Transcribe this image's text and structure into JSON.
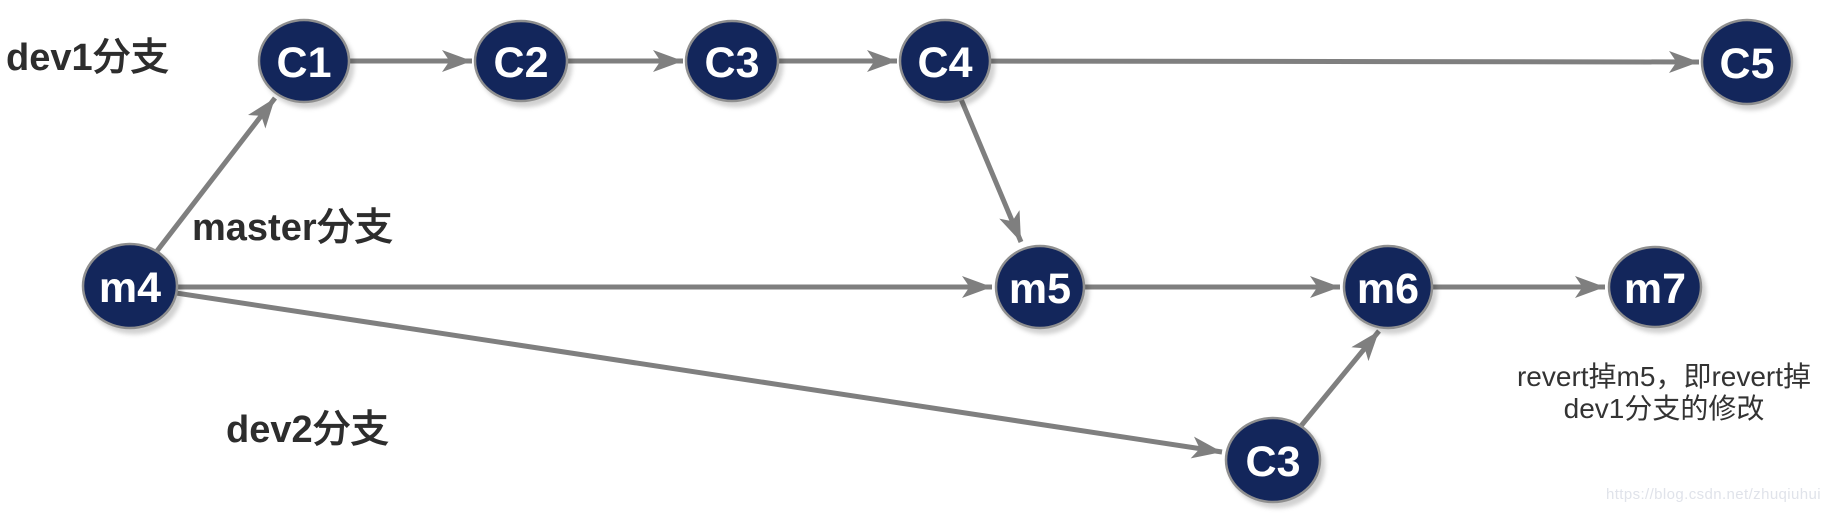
{
  "diagram": {
    "title": "git revert branch diagram",
    "branch_labels": {
      "dev1": "dev1分支",
      "master": "master分支",
      "dev2": "dev2分支"
    },
    "nodes": [
      {
        "id": "C1",
        "label": "C1",
        "branch": "dev1"
      },
      {
        "id": "C2",
        "label": "C2",
        "branch": "dev1"
      },
      {
        "id": "C3",
        "label": "C3",
        "branch": "dev1"
      },
      {
        "id": "C4",
        "label": "C4",
        "branch": "dev1"
      },
      {
        "id": "C5",
        "label": "C5",
        "branch": "dev1"
      },
      {
        "id": "m4",
        "label": "m4",
        "branch": "master"
      },
      {
        "id": "m5",
        "label": "m5",
        "branch": "master"
      },
      {
        "id": "m6",
        "label": "m6",
        "branch": "master"
      },
      {
        "id": "m7",
        "label": "m7",
        "branch": "master"
      },
      {
        "id": "C3-dev2",
        "label": "C3",
        "branch": "dev2"
      }
    ],
    "edges": [
      {
        "from": "m4",
        "to": "C1"
      },
      {
        "from": "C1",
        "to": "C2"
      },
      {
        "from": "C2",
        "to": "C3"
      },
      {
        "from": "C3",
        "to": "C4"
      },
      {
        "from": "C4",
        "to": "C5"
      },
      {
        "from": "C4",
        "to": "m5"
      },
      {
        "from": "m4",
        "to": "m5"
      },
      {
        "from": "m5",
        "to": "m6"
      },
      {
        "from": "m6",
        "to": "m7"
      },
      {
        "from": "m4",
        "to": "C3-dev2"
      },
      {
        "from": "C3-dev2",
        "to": "m6"
      }
    ],
    "annotation": {
      "line1": "revert掉m5，即revert掉",
      "line2": "dev1分支的修改"
    },
    "watermark": "https://blog.csdn.net/zhuqiuhui",
    "colors": {
      "node_fill": "#13265b",
      "node_stroke": "#8f8f8f",
      "edge_color": "#7f7f7f",
      "node_text": "#ffffff",
      "label_text": "#2d2d2d",
      "annotation_text": "#333333",
      "watermark_text": "#e0e3ea",
      "page_bg": "#ffffff"
    }
  }
}
